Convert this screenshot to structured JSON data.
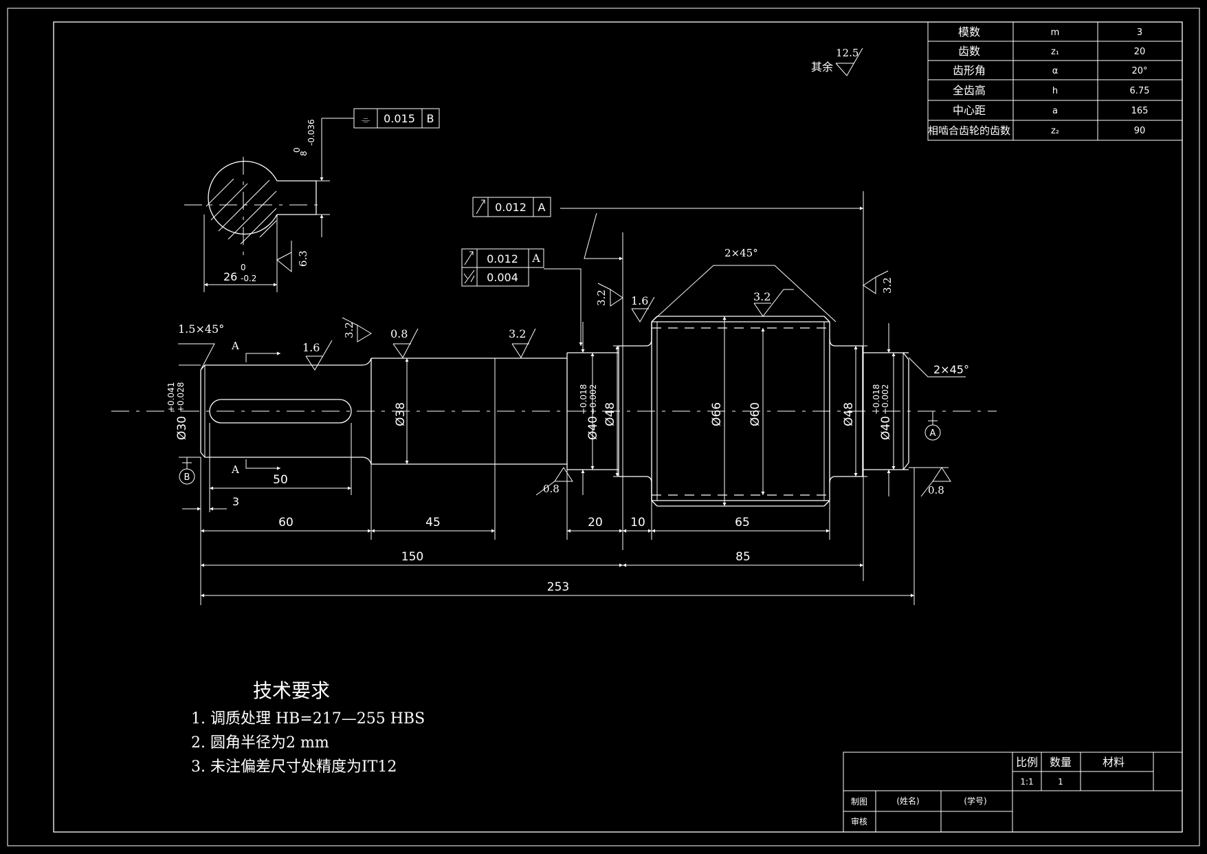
{
  "gear_table": {
    "rows": [
      {
        "param": "模数",
        "symbol": "m",
        "value": "3"
      },
      {
        "param": "齿数",
        "symbol": "z₁",
        "value": "20"
      },
      {
        "param": "齿形角",
        "symbol": "α",
        "value": "20°"
      },
      {
        "param": "全齿高",
        "symbol": "h",
        "value": "6.75"
      },
      {
        "param": "中心距",
        "symbol": "a",
        "value": "165"
      },
      {
        "param": "相啮合齿轮的齿数",
        "symbol": "z₂",
        "value": "90"
      }
    ]
  },
  "roughness_general": {
    "prefix": "其余",
    "value": "12.5"
  },
  "section_view": {
    "symmetry_tolerance": {
      "symbol": "⌯",
      "value": "0.015",
      "datum": "B"
    },
    "keyway_width": {
      "nominal": "8",
      "upper": "0",
      "lower": "-0.036"
    },
    "depth_dim": {
      "nominal": "26",
      "upper": "0",
      "lower": "-0.2"
    },
    "roughness": "6.3"
  },
  "tolerances": {
    "runout_top": {
      "value": "0.012",
      "datum": "A"
    },
    "runout_mid": {
      "value": "0.012",
      "datum": "A"
    },
    "cylindricity": {
      "value": "0.004"
    }
  },
  "chamfers": {
    "left": "1.5×45°",
    "gear": "2×45°",
    "right": "2×45°"
  },
  "roughness_marks": {
    "r32_left": "3.2",
    "r16_key": "1.6",
    "r08_d38": "0.8",
    "r32_d38": "3.2",
    "r32_shoulder": "3.2",
    "r16_shoulder": "1.6",
    "r32_gear": "3.2",
    "r32_right": "3.2",
    "r08_bottom_left": "0.8",
    "r08_bottom_right": "0.8"
  },
  "section_marks": {
    "a_top": "A",
    "a_bottom": "A",
    "datum_b": "B",
    "datum_a": "A"
  },
  "diameters": {
    "d30": {
      "nominal": "Ø30",
      "upper": "+0.041",
      "lower": "+0.028"
    },
    "d38": "Ø38",
    "d40_left": {
      "nominal": "Ø40",
      "upper": "+0.018",
      "lower": "+0.002"
    },
    "d48_left": "Ø48",
    "d66": "Ø66",
    "d60": "Ø60",
    "d48_right": "Ø48",
    "d40_right": {
      "nominal": "Ø40",
      "upper": "+0.018",
      "lower": "+0.002"
    }
  },
  "lengths": {
    "key": "50",
    "key_offset": "3",
    "l60": "60",
    "l45": "45",
    "l20": "20",
    "l10": "10",
    "l65": "65",
    "l150": "150",
    "l85": "85",
    "l253": "253"
  },
  "requirements": {
    "title": "技术要求",
    "items": [
      "1.   调质处理  HB=217—255 HBS",
      "2.   圆角半径为2 mm",
      "3.   未注偏差尺寸处精度为IT12"
    ]
  },
  "title_block": {
    "scale_label": "比例",
    "qty_label": "数量",
    "material_label": "材料",
    "scale_value": "1:1",
    "qty_value": "1",
    "drawn_label": "制图",
    "name_label": "(姓名)",
    "id_label": "(学号)",
    "checked_label": "审核"
  }
}
